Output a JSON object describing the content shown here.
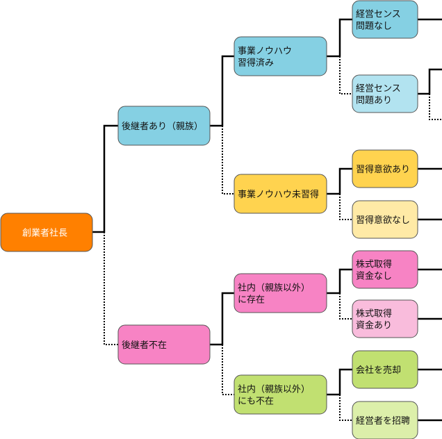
{
  "colors": {
    "orange": "#ff8000",
    "blue": "#85d0e3",
    "light_blue": "#b2e3f0",
    "yellow": "#ffd34f",
    "light_yellow": "#ffeaa6",
    "pink": "#f783c4",
    "light_pink": "#f9bcdc",
    "green": "#c1e071",
    "light_green": "#dcefaa"
  },
  "nodes": {
    "root": {
      "lines": [
        "創業者社長"
      ],
      "color": "orange",
      "text_color": "light"
    },
    "succ_family": {
      "lines": [
        "後継者あり（親族）"
      ],
      "color": "blue"
    },
    "succ_none": {
      "lines": [
        "後継者不在"
      ],
      "color": "pink"
    },
    "knowhow_done": {
      "lines": [
        "事業ノウハウ",
        "習得済み"
      ],
      "color": "blue"
    },
    "knowhow_not": {
      "lines": [
        "事業ノウハウ未習得"
      ],
      "color": "yellow"
    },
    "internal_exists": {
      "lines": [
        "社内（親族以外）",
        "に存在"
      ],
      "color": "pink"
    },
    "internal_none": {
      "lines": [
        "社内（親族以外）",
        "にも不在"
      ],
      "color": "green"
    },
    "sense_ok": {
      "lines": [
        "経営センス",
        "問題なし"
      ],
      "color": "blue"
    },
    "sense_issue": {
      "lines": [
        "経営センス",
        "問題あり"
      ],
      "color": "light_blue"
    },
    "will_yes": {
      "lines": [
        "習得意欲あり"
      ],
      "color": "yellow"
    },
    "will_no": {
      "lines": [
        "習得意欲なし"
      ],
      "color": "light_yellow"
    },
    "funds_no": {
      "lines": [
        "株式取得",
        "資金なし"
      ],
      "color": "pink"
    },
    "funds_yes": {
      "lines": [
        "株式取得",
        "資金あり"
      ],
      "color": "light_pink"
    },
    "sell": {
      "lines": [
        "会社を売却"
      ],
      "color": "green"
    },
    "hire": {
      "lines": [
        "経営者を招聘"
      ],
      "color": "light_green"
    }
  }
}
